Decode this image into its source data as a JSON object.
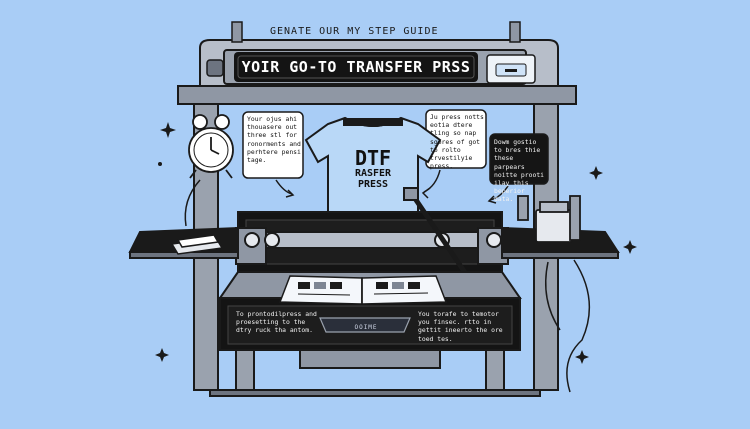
{
  "header": {
    "caption": "GENATE OUR MY STEP GUIDE",
    "banner": "YOIR GO-TO TRANSFER PRSS"
  },
  "shirt": {
    "line1": "DTF",
    "line2": "RASFER",
    "line3": "PRESS"
  },
  "notes": {
    "upper_left": "Your ojus ahi thouasere out three stl for ronorments and perhtere pensi tage.",
    "upper_center": "Ju press notts eotia dtere tling so nap sgeres of got to rolto trvestilyie press.",
    "upper_right": "Dowm gostio to bres thie these parpears noitte prooti ilay this beperior data.",
    "lower_left": "To prontodilpress and proesetting to the dtry ruck tha antom.",
    "lower_right": "You torafe to temotor you finsec. rtto in gettit ineerto the ore toed tes."
  },
  "control": {
    "button_label": "OOIME"
  },
  "colors": {
    "background": "#a9cdf6",
    "frame": "#8f97a4",
    "dark": "#1a1a1a",
    "shirt": "#b9d8f7"
  }
}
